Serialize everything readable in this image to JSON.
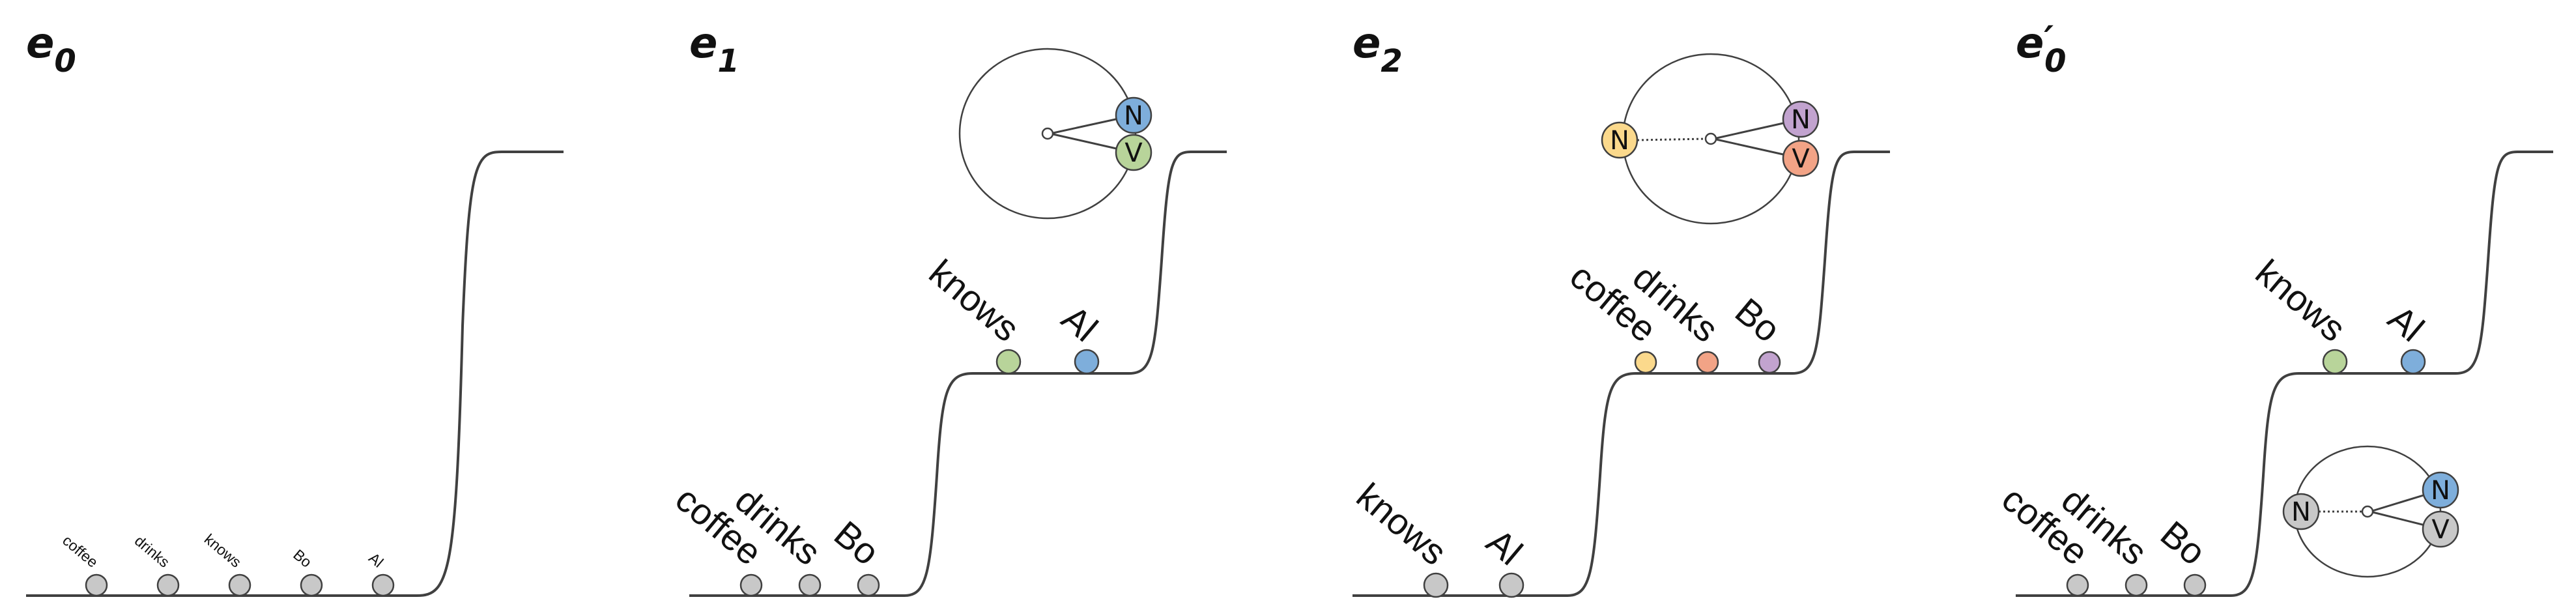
{
  "colors": {
    "gray": "#c8c8c8",
    "blue": "#7eaedb",
    "green": "#b8d49a",
    "yellow": "#fbd98c",
    "orange": "#f2a386",
    "purple": "#c2a3cf",
    "stroke": "#404040"
  },
  "panels": [
    {
      "title_main": "e",
      "title_sub": "0",
      "title_prime": "",
      "words": [
        {
          "text": "coffee",
          "level": "low",
          "color": "gray"
        },
        {
          "text": "drinks",
          "level": "low",
          "color": "gray"
        },
        {
          "text": "knows",
          "level": "low",
          "color": "gray"
        },
        {
          "text": "Bo",
          "level": "low",
          "color": "gray"
        },
        {
          "text": "Al",
          "level": "low",
          "color": "gray"
        }
      ],
      "curve": "single-step",
      "circle": null
    },
    {
      "title_main": "e",
      "title_sub": "1",
      "title_prime": "",
      "words": [
        {
          "text": "coffee",
          "level": "low",
          "color": "gray"
        },
        {
          "text": "drinks",
          "level": "low",
          "color": "gray"
        },
        {
          "text": "Bo",
          "level": "low",
          "color": "gray"
        },
        {
          "text": "knows",
          "level": "mid",
          "color": "green"
        },
        {
          "text": "Al",
          "level": "mid",
          "color": "blue"
        }
      ],
      "curve": "two-step",
      "circle": {
        "nodes": [
          {
            "label": "N",
            "color": "blue"
          },
          {
            "label": "V",
            "color": "green"
          }
        ],
        "left_node": null
      }
    },
    {
      "title_main": "e",
      "title_sub": "2",
      "title_prime": "",
      "words": [
        {
          "text": "knows",
          "level": "low",
          "color": "gray"
        },
        {
          "text": "Al",
          "level": "low",
          "color": "gray"
        },
        {
          "text": "coffee",
          "level": "mid",
          "color": "yellow"
        },
        {
          "text": "drinks",
          "level": "mid",
          "color": "orange"
        },
        {
          "text": "Bo",
          "level": "mid",
          "color": "purple"
        }
      ],
      "curve": "two-step",
      "circle": {
        "nodes": [
          {
            "label": "N",
            "color": "purple"
          },
          {
            "label": "V",
            "color": "orange"
          }
        ],
        "left_node": {
          "label": "N",
          "color": "yellow"
        }
      }
    },
    {
      "title_main": "e",
      "title_sub": "0",
      "title_prime": "′",
      "words": [
        {
          "text": "coffee",
          "level": "low",
          "color": "gray"
        },
        {
          "text": "drinks",
          "level": "low",
          "color": "gray"
        },
        {
          "text": "Bo",
          "level": "low",
          "color": "gray"
        },
        {
          "text": "knows",
          "level": "mid",
          "color": "green"
        },
        {
          "text": "Al",
          "level": "mid",
          "color": "blue"
        }
      ],
      "curve": "two-step",
      "circle": {
        "nodes": [
          {
            "label": "N",
            "color": "blue"
          },
          {
            "label": "V",
            "color": "gray"
          }
        ],
        "left_node": {
          "label": "N",
          "color": "gray"
        }
      }
    }
  ]
}
